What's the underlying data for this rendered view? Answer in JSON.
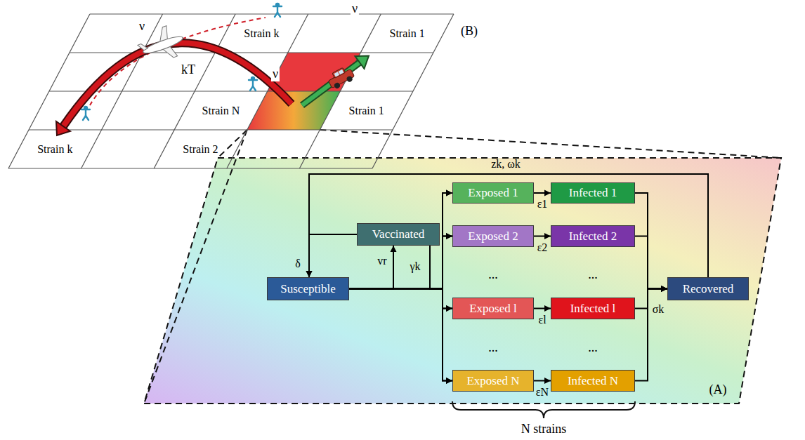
{
  "diagram": {
    "nodes": [
      {
        "text": [
          "Strain k"
        ]
      },
      {
        "text": [
          "Strain 1"
        ]
      },
      {
        "text": [
          "Strain N"
        ]
      },
      {
        "text": [
          "Strain 1"
        ]
      },
      {
        "text": [
          "Strain k"
        ]
      },
      {
        "text": [
          "Strain 2"
        ]
      },
      {
        "text": [
          "Susceptible"
        ]
      },
      {
        "text": [
          "Vaccinated"
        ]
      },
      {
        "text": [
          "Exposed 1"
        ]
      },
      {
        "text": [
          "Infected 1"
        ]
      },
      {
        "text": [
          "Exposed 2"
        ]
      },
      {
        "text": [
          "Infected 2"
        ]
      },
      {
        "text": [
          "Exposed l"
        ]
      },
      {
        "text": [
          "Infected l"
        ]
      },
      {
        "text": [
          "Exposed N"
        ]
      },
      {
        "text": [
          "Infected N"
        ]
      },
      {
        "text": [
          "Recovered"
        ]
      }
    ],
    "edges": [
      {
        "from": 6,
        "to": 7,
        "arrow": "to",
        "label": "vr"
      },
      {
        "from": 7,
        "to": 6,
        "arrow": "to",
        "label": "δ"
      },
      {
        "from": 16,
        "to": 6,
        "arrow": "to",
        "label": "zk, ωk"
      },
      {
        "from": 6,
        "to": 8,
        "arrow": "to"
      },
      {
        "from": 6,
        "to": 10,
        "arrow": "to"
      },
      {
        "from": 6,
        "to": 12,
        "arrow": "to"
      },
      {
        "from": 6,
        "to": 14,
        "arrow": "to"
      },
      {
        "from": 7,
        "to": 8,
        "arrow": "to",
        "label": "γk"
      },
      {
        "from": 7,
        "to": 10,
        "arrow": "to"
      },
      {
        "from": 7,
        "to": 12,
        "arrow": "to"
      },
      {
        "from": 7,
        "to": 14,
        "arrow": "to"
      },
      {
        "from": 8,
        "to": 9,
        "arrow": "to",
        "label": "ε1"
      },
      {
        "from": 10,
        "to": 11,
        "arrow": "to",
        "label": "ε2"
      },
      {
        "from": 12,
        "to": 13,
        "arrow": "to",
        "label": "εl"
      },
      {
        "from": 14,
        "to": 15,
        "arrow": "to",
        "label": "εN"
      },
      {
        "from": 9,
        "to": 16,
        "arrow": "to",
        "label": "σk"
      },
      {
        "from": 11,
        "to": 16,
        "arrow": "to"
      },
      {
        "from": 13,
        "to": 16,
        "arrow": "to"
      },
      {
        "from": 15,
        "to": 16,
        "arrow": "to"
      }
    ],
    "labels": [
      "(B)",
      "ν",
      "kT",
      "ν",
      "ν",
      "...",
      "...",
      "...",
      "...",
      "N strains",
      "(A)"
    ]
  }
}
